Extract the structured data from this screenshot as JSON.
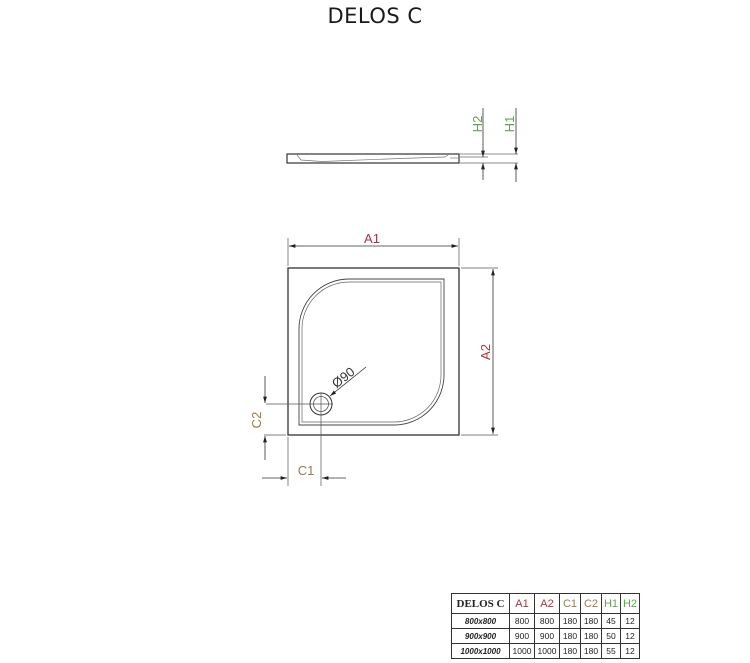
{
  "title": "DELOS C",
  "colors": {
    "a_dims": "#b5303a",
    "c_dims": "#9a7a50",
    "h_dims": "#5aa845",
    "line": "#333333"
  },
  "drawing": {
    "side_view": {
      "labels": {
        "h2": "H2",
        "h1": "H1"
      }
    },
    "top_view": {
      "labels": {
        "a1": "A1",
        "a2": "A2",
        "c1": "C1",
        "c2": "C2",
        "drain": "Ø90"
      }
    }
  },
  "table": {
    "headers": [
      "DELOS C",
      "A1",
      "A2",
      "C1",
      "C2",
      "H1",
      "H2"
    ],
    "rows": [
      {
        "size": "800x800",
        "a1": "800",
        "a2": "800",
        "c1": "180",
        "c2": "180",
        "h1": "45",
        "h2": "12"
      },
      {
        "size": "900x900",
        "a1": "900",
        "a2": "900",
        "c1": "180",
        "c2": "180",
        "h1": "50",
        "h2": "12"
      },
      {
        "size": "1000x1000",
        "a1": "1000",
        "a2": "1000",
        "c1": "180",
        "c2": "180",
        "h1": "55",
        "h2": "12"
      }
    ]
  }
}
